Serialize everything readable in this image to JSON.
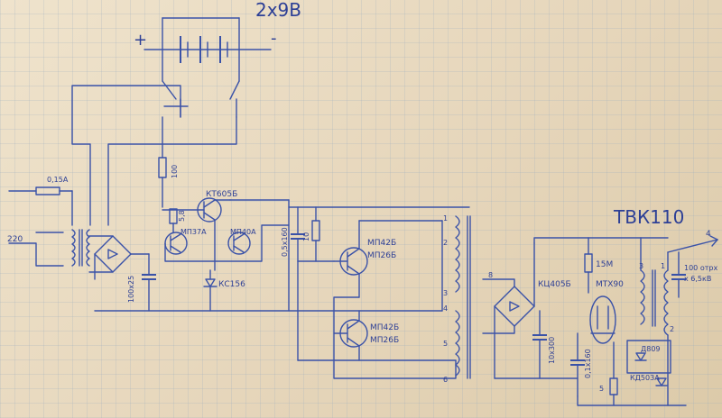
{
  "labels": {
    "title_voltage": "2х9В",
    "plus": "+",
    "minus": "-",
    "fuse": "0,15А",
    "mains": "220",
    "r_100": "100",
    "r_5_8": "5,8",
    "t1": "КТ605Б",
    "t2a": "МП37А",
    "t2b": "МП40А",
    "zener": "КС156",
    "cap_input": "100х25",
    "cap_mid": "0,5х160",
    "r_10": "10",
    "t3a": "МП42Б",
    "t3b": "МП26Б",
    "t4a": "МП42Б",
    "t4b": "МП26Б",
    "tr_pins": [
      "1",
      "2",
      "3",
      "4",
      "5",
      "6"
    ],
    "bridge_label": "КЦ405Б",
    "cap_10x300": "10х300",
    "cap_8": "8",
    "r_15m": "15М",
    "lamp": "МТХ90",
    "cap_01x160": "0,1х160",
    "r_5": "5",
    "diode_box": "Д809",
    "diode_box2": "КД503А",
    "tvk_title": "ТВК110",
    "tvk_pins": [
      "3",
      "1",
      "2"
    ],
    "cap_tvk": "100 отрх",
    "cap_tvk2": "х 6,5кВ",
    "antenna": "4"
  }
}
